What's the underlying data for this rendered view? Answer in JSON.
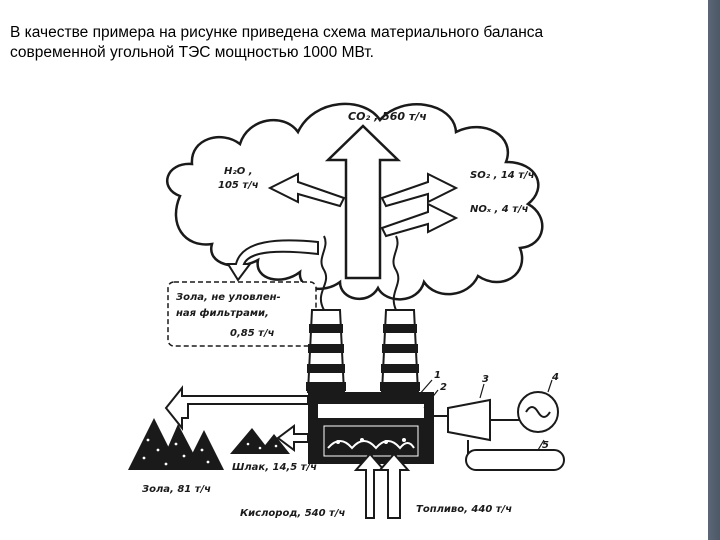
{
  "caption": {
    "line1": "В качестве примера на рисунке приведена схема материального баланса",
    "line2": "современной угольной ТЭС мощностью 1000 МВт."
  },
  "diagram": {
    "co2": "CO₂ , 560 т/ч",
    "h2o_line1": "H₂O ,",
    "h2o_line2": "105 т/ч",
    "so2": "SO₂ ,  14 т/ч",
    "nox": "NOₓ ,   4 т/ч",
    "ash_fly_line1": "Зола, не уловлен-",
    "ash_fly_line2": "ная фильтрами,",
    "ash_fly_line3": "0,85 т/ч",
    "slag": "Шлак, 14,5 т/ч",
    "ash": "Зола, 81 т/ч",
    "oxygen": "Кислород, 540 т/ч",
    "fuel": "Топливо, 440 т/ч",
    "label_1": "1",
    "label_2": "2",
    "label_3": "3",
    "label_4": "4",
    "label_5": "5"
  }
}
